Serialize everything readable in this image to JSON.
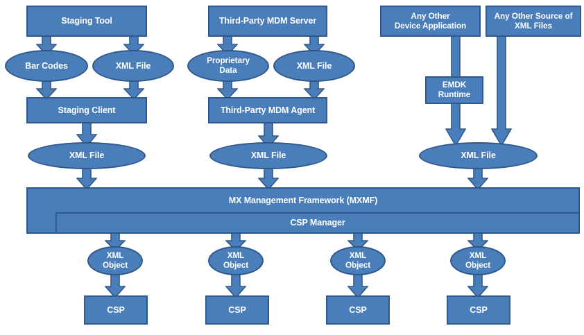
{
  "diagram": {
    "title": "MX Management Framework (MXMF) data flow",
    "colors": {
      "fill": "#4A7EBB",
      "stroke": "#31588A",
      "text": "#FFFFFF",
      "background": "#FFFFFF"
    },
    "nodes": {
      "staging_tool": "Staging Tool",
      "bar_codes": "Bar Codes",
      "xml_file_left_top": "XML File",
      "staging_client": "Staging Client",
      "xml_file_left_mid": "XML File",
      "mdm_server": "Third-Party MDM Server",
      "proprietary_data": "Proprietary\nData",
      "xml_file_mid_top": "XML File",
      "mdm_agent": "Third-Party MDM Agent",
      "xml_file_mid": "XML File",
      "device_application": "Any Other\nDevice Application",
      "other_source": "Any Other Source of\nXML Files",
      "emdk_runtime": "EMDK\nRuntime",
      "xml_file_right": "XML File",
      "mxmf": "MX  Management Framework (MXMF)",
      "csp_manager": "CSP Manager",
      "xml_object_1": "XML\nObject",
      "xml_object_2": "XML\nObject",
      "xml_object_3": "XML\nObject",
      "xml_object_4": "XML\nObject",
      "csp_1": "CSP",
      "csp_2": "CSP",
      "csp_3": "CSP",
      "csp_4": "CSP"
    },
    "arrow_count": 20
  }
}
